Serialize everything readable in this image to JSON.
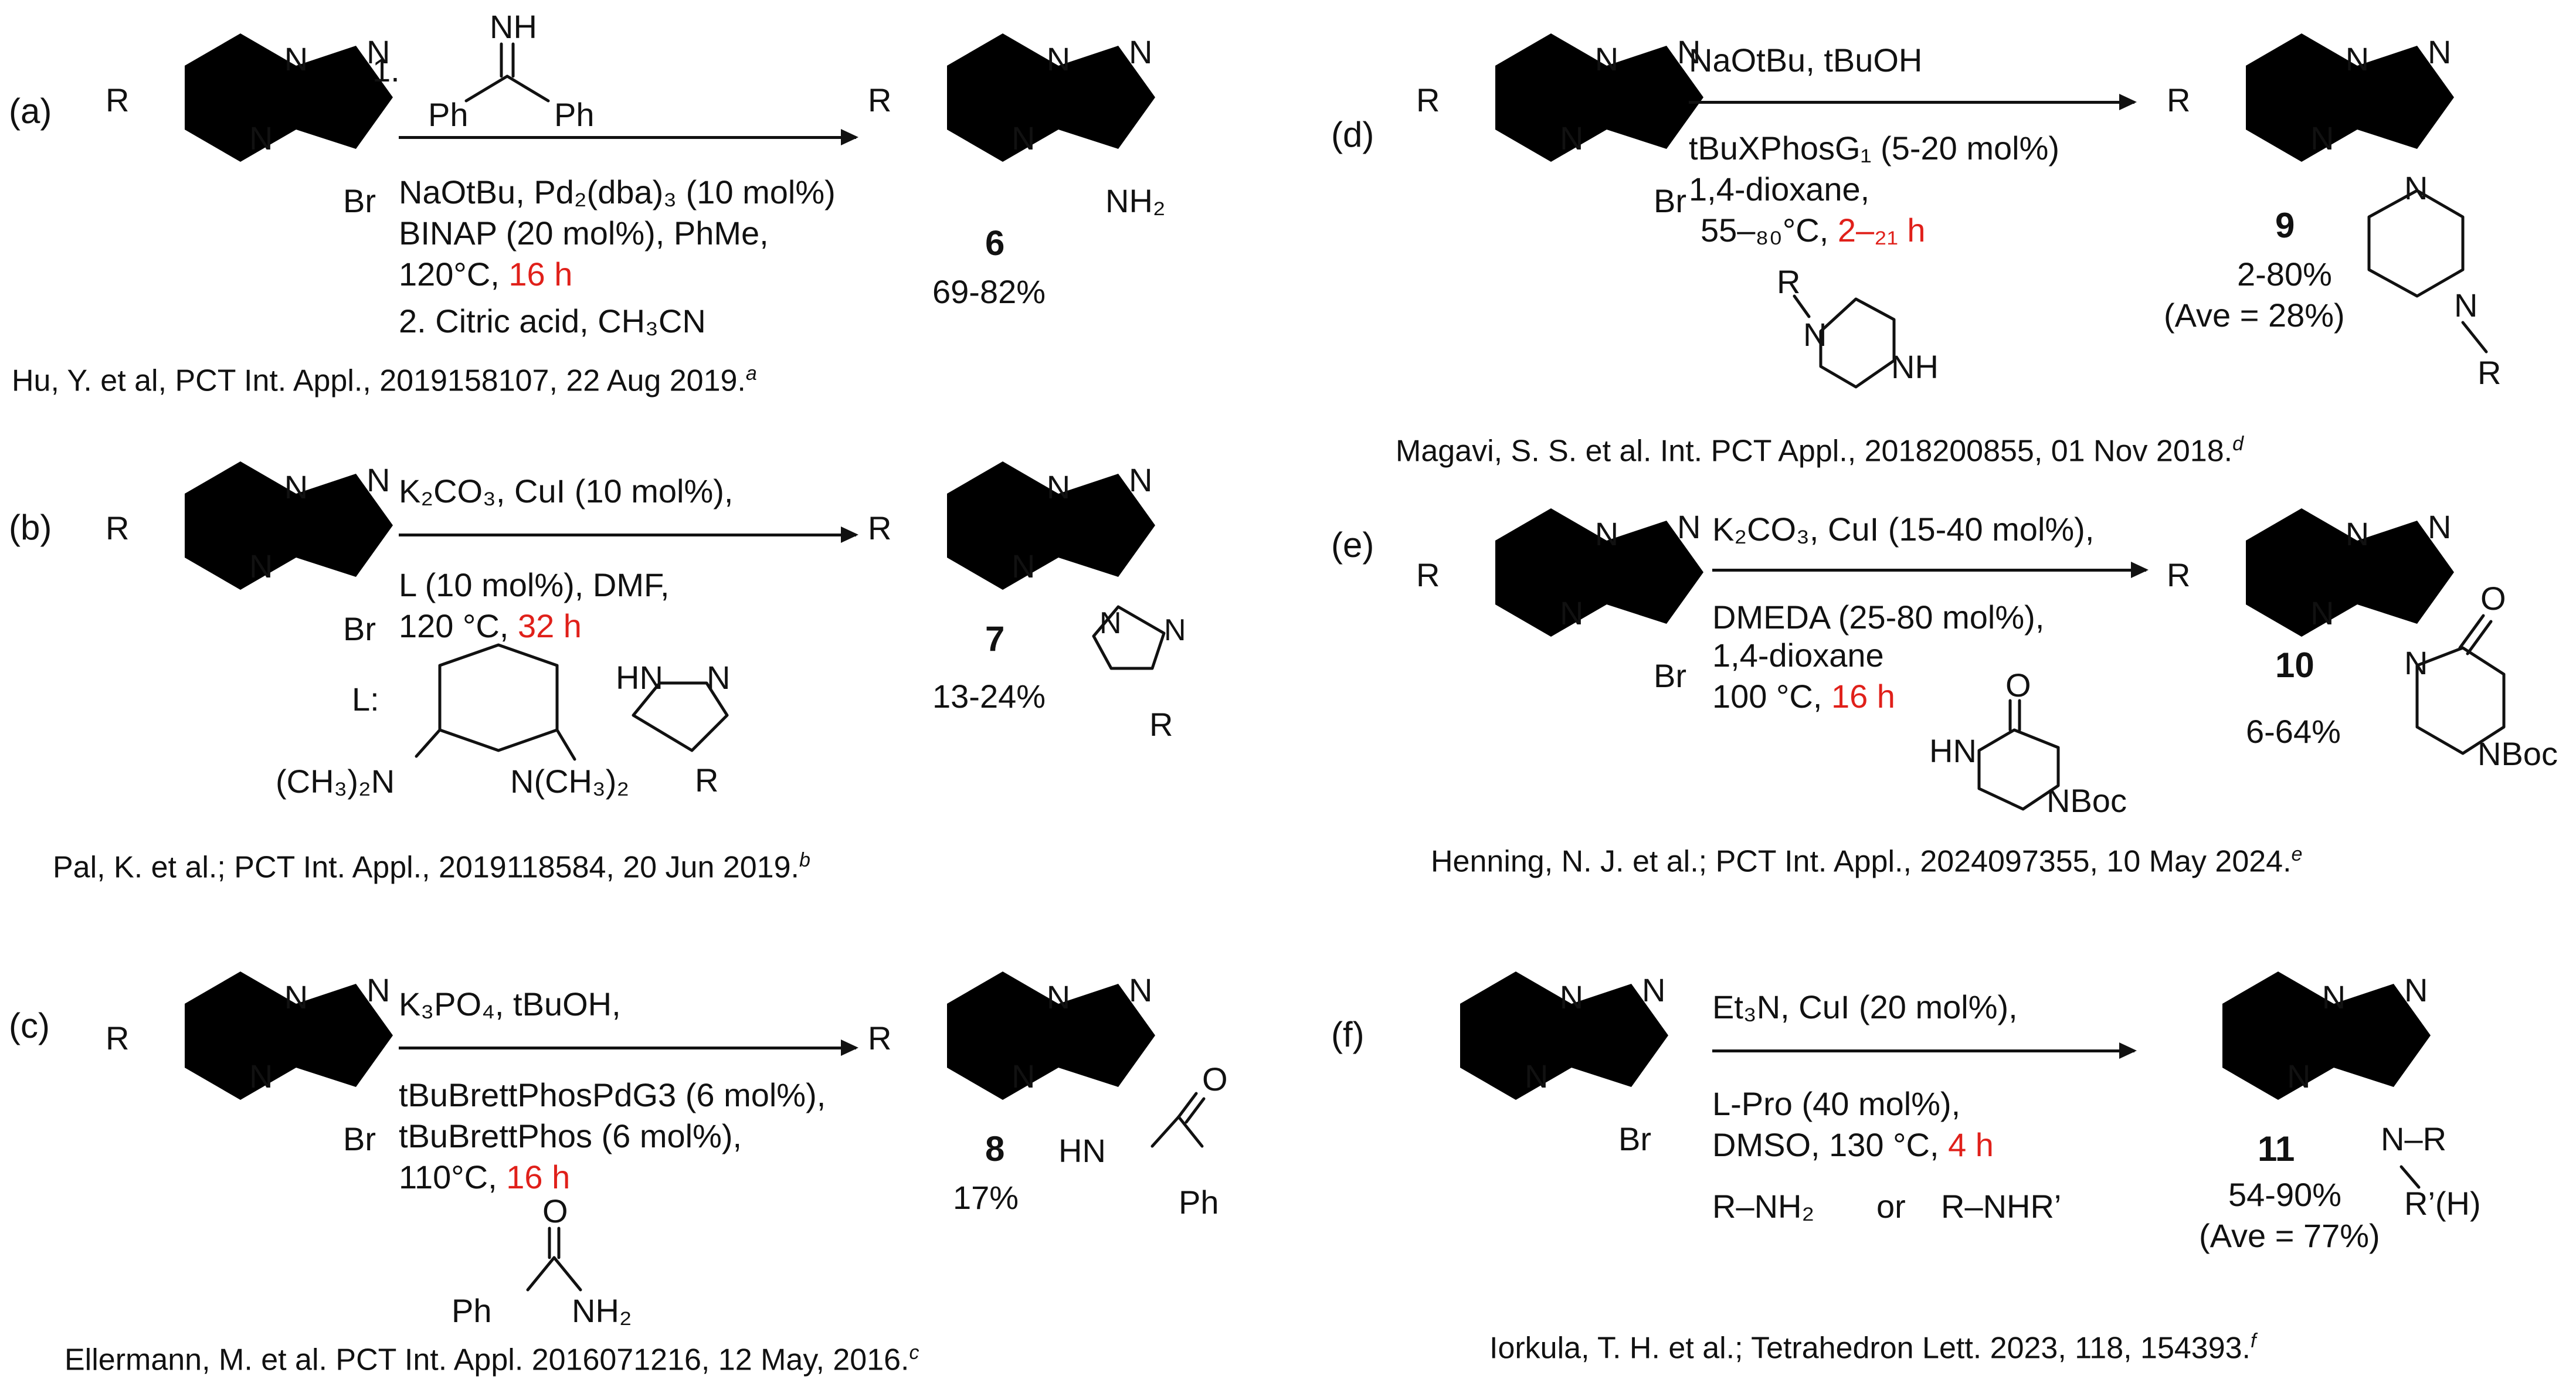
{
  "panels": {
    "a": {
      "label": "(a)",
      "step1": "1.",
      "ketimine_nh": "NH",
      "ketimine_ph1": "Ph",
      "ketimine_ph2": "Ph",
      "cond1": "NaOtBu, Pd₂(dba)₃ (10 mol%)",
      "cond2": "BINAP (20 mol%), PhMe,",
      "cond3": "120°C, ",
      "time": "16 h",
      "cond4": "2. Citric acid, CH₃CN",
      "product": "6",
      "subst": "NH₂",
      "yield": "69-82%",
      "ref": "Hu, Y. et al, PCT Int. Appl., 2019158107, 22 Aug 2019.",
      "ref_note": "a"
    },
    "b": {
      "label": "(b)",
      "cond1": "K₂CO₃, CuI (10 mol%),",
      "cond2": "L (10 mol%), DMF,",
      "cond3": "120 °C, ",
      "time": "32 h",
      "ligand": "L:",
      "nme2_left": "(CH₃)₂N",
      "nme2_right": "N(CH₃)₂",
      "pyrazole_hn": "HN",
      "pyrazole_n": "N",
      "pyrazole_r": "R",
      "product": "7",
      "yield": "13-24%",
      "ref": "Pal, K. et al.; PCT Int. Appl., 2019118584, 20 Jun 2019.",
      "ref_note": "b"
    },
    "c": {
      "label": "(c)",
      "cond1": "K₃PO₄, tBuOH,",
      "cond2": "tBuBrettPhosPdG3 (6 mol%),",
      "cond3": "tBuBrettPhos (6 mol%),",
      "cond4": "110°C, ",
      "time": "16 h",
      "amide_o": "O",
      "amide_ph": "Ph",
      "amide_nh2": "NH₂",
      "product": "8",
      "subst_hn": "HN",
      "subst_o": "O",
      "subst_ph": "Ph",
      "yield": "17%",
      "ref": "Ellermann, M. et al.  PCT Int. Appl. 2016071216, 12 May, 2016.",
      "ref_note": "c"
    },
    "d": {
      "label": "(d)",
      "cond1": "NaOtBu, tBuOH",
      "cond2": "tBuXPhosG₁ (5-20 mol%)",
      "cond3": "1,4-dioxane,",
      "cond4": "55–₈₀°C, ",
      "time": "2–₂₁ h",
      "pip_r": "R",
      "pip_n": "N",
      "pip_nh": "NH",
      "product": "9",
      "yield": "2-80%",
      "ave": "(Ave = 28%)",
      "ref": "Magavi, S. S. et al.  Int. PCT Appl., 2018200855, 01 Nov 2018.",
      "ref_note": "d"
    },
    "e": {
      "label": "(e)",
      "cond1": "K₂CO₃, CuI (15-40 mol%),",
      "cond2": "DMEDA (25-80 mol%),",
      "cond3": "1,4-dioxane",
      "cond4": "100 °C, ",
      "time": "16 h",
      "lactam_o": "O",
      "lactam_hn": "HN",
      "lactam_nboc": "NBoc",
      "product": "10",
      "yield": "6-64%",
      "ref": "Henning, N. J. et al.; PCT Int. Appl., 2024097355, 10 May 2024.",
      "ref_note": "e"
    },
    "f": {
      "label": "(f)",
      "cond1": "Et₃N, CuI (20 mol%),",
      "cond2": "L-Pro (40 mol%),",
      "cond3": "DMSO, 130 °C, ",
      "time": "4 h",
      "amine1": "R–NH₂",
      "or": "or",
      "amine2": "R–NHR’",
      "product": "11",
      "subst_n": "N–R",
      "subst_r2": "R’(H)",
      "yield": "54-90%",
      "ave": "(Ave = 77%)",
      "ref": "Iorkula, T. H. et al.; Tetrahedron Lett. 2023, 118, 154393.",
      "ref_note": "f"
    }
  },
  "core": {
    "r": "R",
    "n": "N",
    "br": "Br"
  },
  "colors": {
    "highlight": "#e0201a",
    "ink": "#111111"
  }
}
